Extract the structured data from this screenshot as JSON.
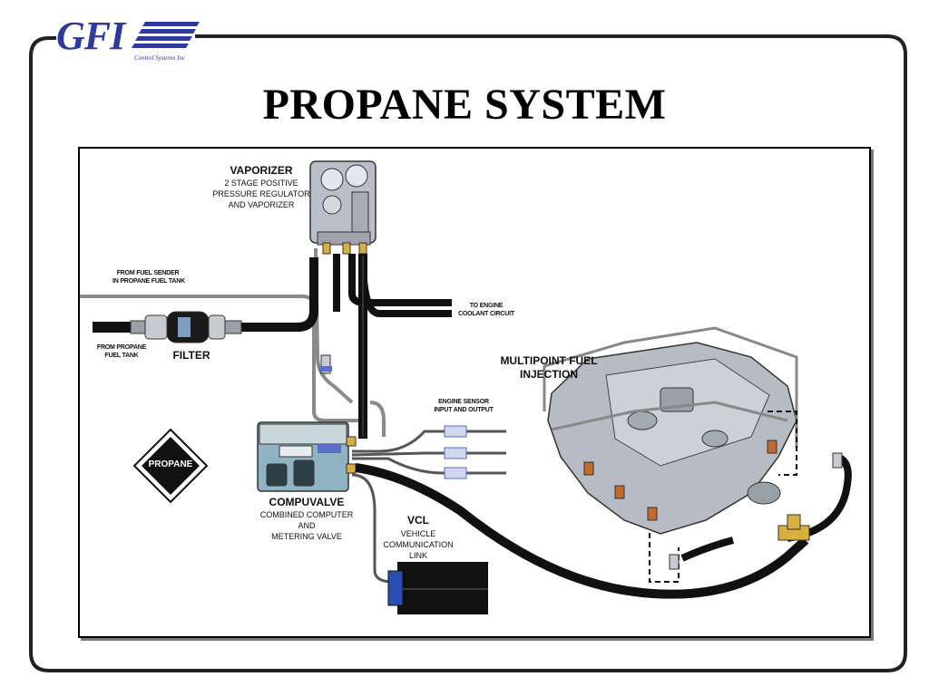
{
  "logo": {
    "text": "GFI",
    "subtitle": "Control Systems Inc"
  },
  "title": "PROPANE SYSTEM",
  "labels": {
    "vaporizer_title": "VAPORIZER",
    "vaporizer_line1": "2 STAGE POSITIVE",
    "vaporizer_line2": "PRESSURE REGULATOR",
    "vaporizer_line3": "AND VAPORIZER",
    "fuel_sender_line1": "FROM FUEL SENDER",
    "fuel_sender_line2": "IN PROPANE FUEL TANK",
    "propane_tank_line1": "FROM PROPANE",
    "propane_tank_line2": "FUEL TANK",
    "filter": "FILTER",
    "coolant_line1": "TO ENGINE",
    "coolant_line2": "COOLANT CIRCUIT",
    "sensor_line1": "ENGINE SENSOR",
    "sensor_line2": "INPUT AND OUTPUT",
    "injection_line1": "MULTIPOINT FUEL",
    "injection_line2": "INJECTION",
    "propane_badge": "PROPANE",
    "compuvalve_title": "COMPUVALVE",
    "compuvalve_line1": "COMBINED COMPUTER",
    "compuvalve_line2": "AND",
    "compuvalve_line3": "METERING VALVE",
    "vcl_title": "VCL",
    "vcl_line1": "VEHICLE",
    "vcl_line2": "COMMUNICATION",
    "vcl_line3": "LINK"
  },
  "colors": {
    "logo": "#2e3a9c",
    "hose": "#111111",
    "metal": "#b9bec8",
    "compuvalve": "#8fb3c2",
    "fitting": "#d7b040",
    "clip": "#5a6ec8"
  }
}
